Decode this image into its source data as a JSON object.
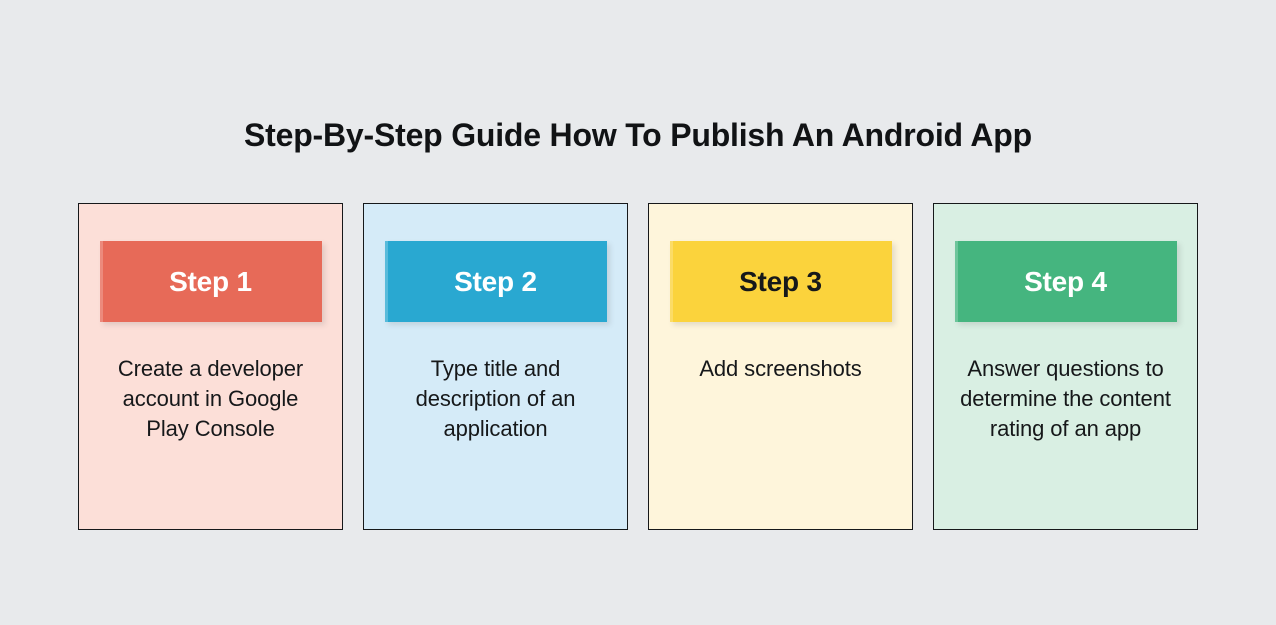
{
  "page": {
    "title": "Step-By-Step Guide How To Publish An Android App",
    "background_color": "#e8eaec",
    "text_color": "#16181a"
  },
  "cards": [
    {
      "badge_label": "Step 1",
      "body": "Create a developer account in Google Play Console",
      "badge_color": "#E76A58",
      "badge_text_color": "#ffffff",
      "card_background": "#FCDFD8",
      "border_color": "#16181a"
    },
    {
      "badge_label": "Step 2",
      "body": "Type title and description of an application",
      "badge_color": "#29A8D1",
      "badge_text_color": "#ffffff",
      "card_background": "#D5EBF8",
      "border_color": "#16181a"
    },
    {
      "badge_label": "Step 3",
      "body": "Add screenshots",
      "badge_color": "#FBD33C",
      "badge_text_color": "#16181a",
      "card_background": "#FEF5DB",
      "border_color": "#16181a"
    },
    {
      "badge_label": "Step 4",
      "body": "Answer questions to determine the content rating of an app",
      "badge_color": "#45B57F",
      "badge_text_color": "#ffffff",
      "card_background": "#D9EFE3",
      "border_color": "#16181a"
    }
  ]
}
